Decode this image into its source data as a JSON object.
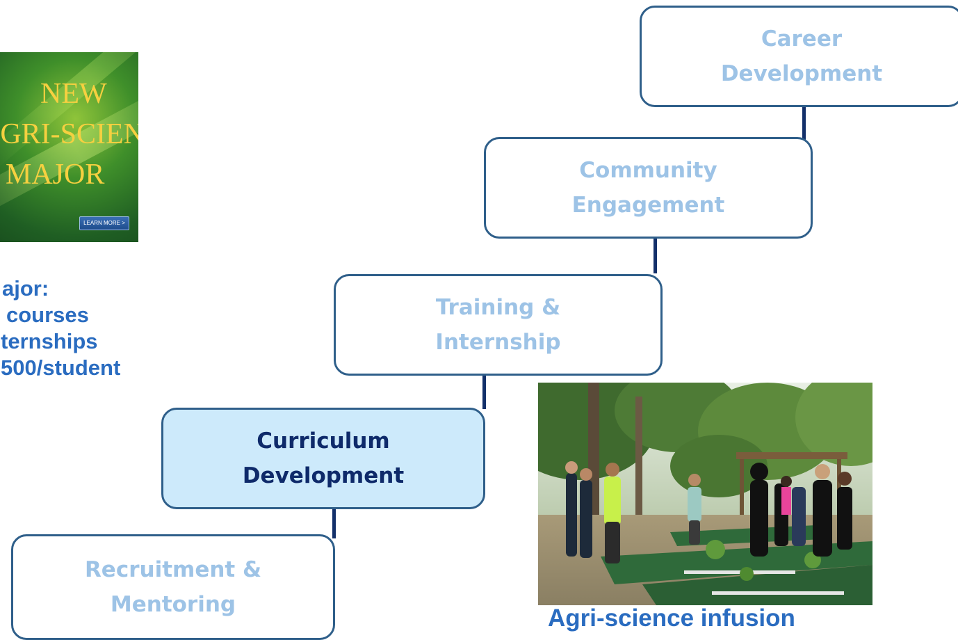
{
  "poster": {
    "line1": "NEW",
    "line2": "AGRI-SCIENCE",
    "line3": "MAJOR",
    "button": "LEARN MORE >"
  },
  "major_text": {
    "line1": "ajor:",
    "line2": "courses",
    "line3": "ternships",
    "line4": "500/student"
  },
  "steps": [
    {
      "line1": "Career",
      "line2": "Development",
      "active": false
    },
    {
      "line1": "Community",
      "line2": "Engagement",
      "active": false
    },
    {
      "line1": "Training &",
      "line2": "Internship",
      "active": false
    },
    {
      "line1": "Curriculum",
      "line2": "Development",
      "active": true
    },
    {
      "line1": "Recruitment &",
      "line2": "Mentoring",
      "active": false
    }
  ],
  "photo_caption": "Agri-science infusion",
  "colors": {
    "box_border": "#2f5f8a",
    "inactive_text": "#9dc3e6",
    "active_fill": "#cdeafb",
    "active_text": "#0e2a6a",
    "connector": "#13306a",
    "accent_text": "#2a6cc0"
  }
}
